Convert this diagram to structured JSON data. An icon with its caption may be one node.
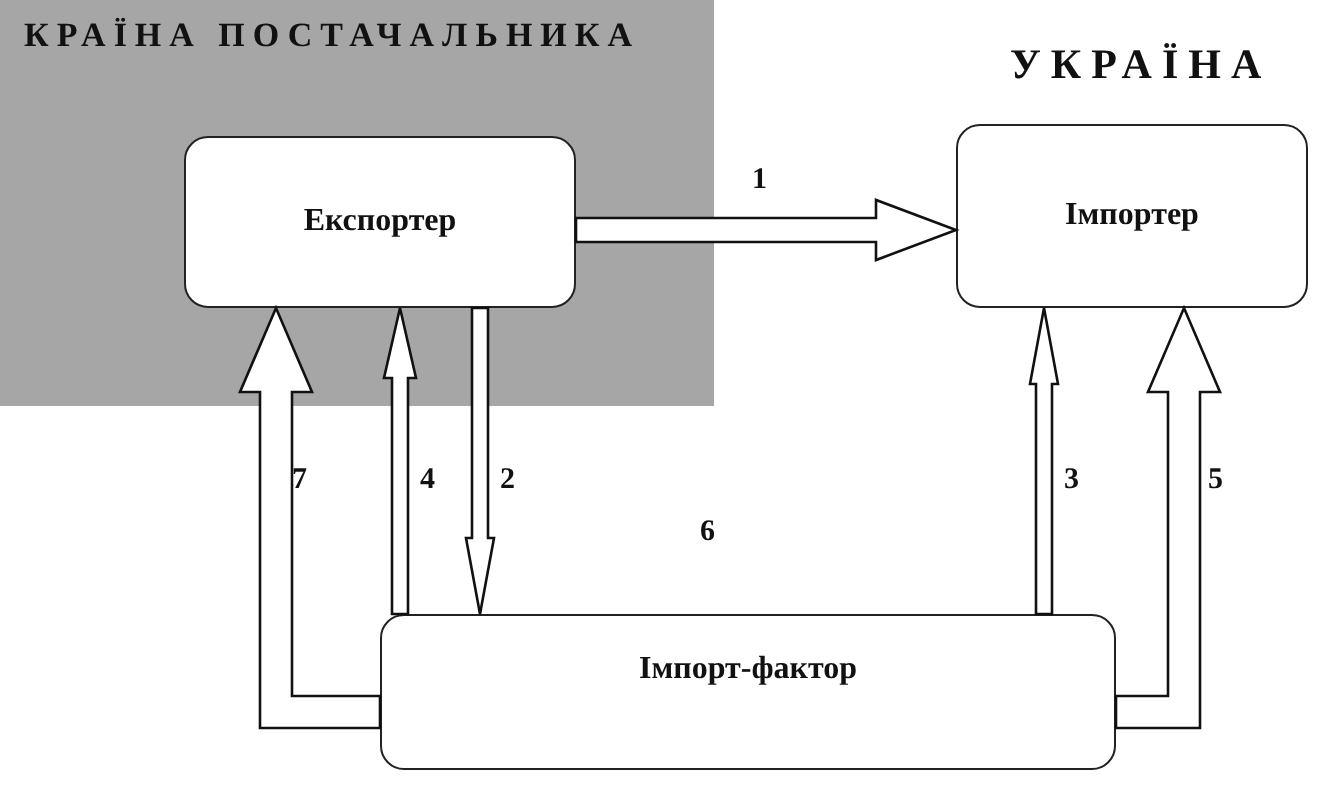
{
  "diagram": {
    "nodes": [
      {
        "text": [
          "КРАЇНА ПОСТАЧАЛЬНИКА"
        ]
      },
      {
        "text": [
          "Експортер"
        ],
        "in": 0
      },
      {
        "text": [
          "Імпортер"
        ]
      },
      {
        "text": [
          "Імпорт-фактор"
        ]
      }
    ],
    "edges": [
      {
        "from": 1,
        "to": 2,
        "arrow": "to",
        "label": "1"
      },
      {
        "from": 1,
        "to": 3,
        "arrow": "to",
        "label": "2"
      },
      {
        "from": 3,
        "to": 2,
        "arrow": "to",
        "label": "3"
      },
      {
        "from": 3,
        "to": 1,
        "arrow": "to",
        "label": "4"
      },
      {
        "from": 3,
        "to": 2,
        "arrow": "to",
        "label": "5"
      },
      {
        "from": 3,
        "to": 1,
        "arrow": "to",
        "label": "7"
      }
    ],
    "labels": [
      "УКРАЇНА",
      "6"
    ]
  }
}
